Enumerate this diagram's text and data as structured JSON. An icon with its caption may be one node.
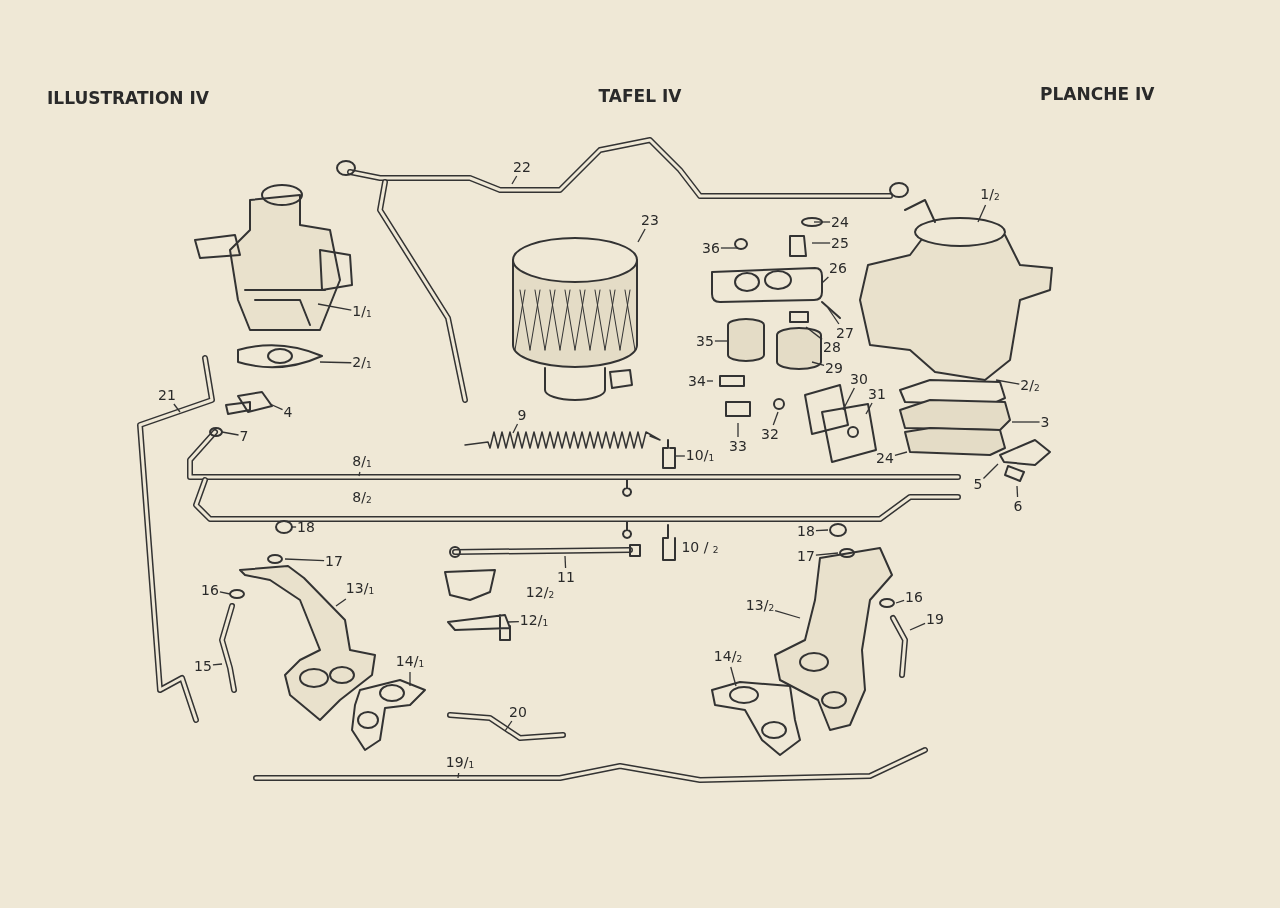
{
  "diagram": {
    "title": "TAFEL IV",
    "nodes": [
      {
        "text": [
          "1/$_{1}$"
        ]
      },
      {
        "text": [
          "2/$_{1}$"
        ]
      },
      {
        "text": [
          "21"
        ]
      },
      {
        "text": [
          "4"
        ]
      },
      {
        "text": [
          "7"
        ]
      },
      {
        "text": [
          "22"
        ]
      },
      {
        "text": [
          "23"
        ]
      },
      {
        "text": [
          "9"
        ]
      },
      {
        "text": [
          "8/$_{1}$"
        ]
      },
      {
        "text": [
          "10/$_{1}$"
        ]
      },
      {
        "text": [
          "24"
        ]
      },
      {
        "text": [
          "25"
        ]
      },
      {
        "text": [
          "36"
        ]
      },
      {
        "text": [
          "26"
        ]
      },
      {
        "text": [
          "27"
        ]
      },
      {
        "text": [
          "28"
        ]
      },
      {
        "text": [
          "35"
        ]
      },
      {
        "text": [
          "29"
        ]
      },
      {
        "text": [
          "34"
        ]
      },
      {
        "text": [
          "30"
        ]
      },
      {
        "text": [
          "31"
        ]
      },
      {
        "text": [
          "33"
        ]
      },
      {
        "text": [
          "32"
        ]
      },
      {
        "text": [
          "1/$_{2}$"
        ]
      },
      {
        "text": [
          "2/$_{2}$"
        ]
      },
      {
        "text": [
          "3"
        ]
      },
      {
        "text": [
          "24"
        ]
      },
      {
        "text": [
          "5"
        ]
      },
      {
        "text": [
          "6"
        ]
      },
      {
        "text": [
          "18"
        ]
      },
      {
        "text": [
          "17"
        ]
      },
      {
        "text": [
          "16"
        ]
      },
      {
        "text": [
          "13/$_{1}$"
        ]
      },
      {
        "text": [
          "15"
        ]
      },
      {
        "text": [
          "14/$_{1}$"
        ]
      },
      {
        "text": [
          "11"
        ]
      },
      {
        "text": [
          "12/$_{1}$"
        ]
      },
      {
        "text": [
          "20"
        ]
      },
      {
        "text": [
          "19/$_{1}$"
        ]
      },
      {
        "text": [
          "18"
        ]
      },
      {
        "text": [
          "17"
        ]
      },
      {
        "text": [
          "16"
        ]
      },
      {
        "text": [
          "13/$_{2}$"
        ]
      },
      {
        "text": [
          "19"
        ]
      },
      {
        "text": [
          "14/$_{2}$"
        ]
      }
    ],
    "edges": [
      {
        "from": 0,
        "to": null,
        "arrow": "none"
      },
      {
        "from": 1,
        "to": null,
        "arrow": "none"
      },
      {
        "from": 2,
        "to": null,
        "arrow": "none"
      },
      {
        "from": 3,
        "to": null,
        "arrow": "none"
      },
      {
        "from": 4,
        "to": null,
        "arrow": "none"
      },
      {
        "from": 5,
        "to": null,
        "arrow": "none"
      },
      {
        "from": 6,
        "to": null,
        "arrow": "none"
      },
      {
        "from": 7,
        "to": null,
        "arrow": "none"
      },
      {
        "from": 8,
        "to": null,
        "arrow": "none"
      },
      {
        "from": 9,
        "to": null,
        "arrow": "none"
      },
      {
        "from": 10,
        "to": null,
        "arrow": "none"
      },
      {
        "from": 11,
        "to": null,
        "arrow": "none"
      },
      {
        "from": 12,
        "to": null,
        "arrow": "none"
      },
      {
        "from": 13,
        "to": null,
        "arrow": "none"
      },
      {
        "from": 14,
        "to": null,
        "arrow": "none"
      },
      {
        "from": 15,
        "to": null,
        "arrow": "none"
      },
      {
        "from": 16,
        "to": null,
        "arrow": "none"
      },
      {
        "from": 17,
        "to": null,
        "arrow": "none"
      },
      {
        "from": 18,
        "to": null,
        "arrow": "none"
      },
      {
        "from": 19,
        "to": null,
        "arrow": "none"
      },
      {
        "from": 20,
        "to": null,
        "arrow": "none"
      },
      {
        "from": 21,
        "to": null,
        "arrow": "none"
      },
      {
        "from": 22,
        "to": null,
        "arrow": "none"
      },
      {
        "from": 23,
        "to": null,
        "arrow": "none"
      },
      {
        "from": 24,
        "to": null,
        "arrow": "none"
      },
      {
        "from": 25,
        "to": null,
        "arrow": "none"
      },
      {
        "from": 26,
        "to": null,
        "arrow": "none"
      },
      {
        "from": 27,
        "to": null,
        "arrow": "none"
      },
      {
        "from": 28,
        "to": null,
        "arrow": "none"
      },
      {
        "from": 29,
        "to": null,
        "arrow": "none"
      },
      {
        "from": 30,
        "to": null,
        "arrow": "none"
      },
      {
        "from": 31,
        "to": null,
        "arrow": "none"
      },
      {
        "from": 32,
        "to": null,
        "arrow": "none"
      },
      {
        "from": 33,
        "to": null,
        "arrow": "none"
      },
      {
        "from": 34,
        "to": null,
        "arrow": "none"
      },
      {
        "from": 35,
        "to": null,
        "arrow": "none"
      },
      {
        "from": 36,
        "to": null,
        "arrow": "none"
      },
      {
        "from": 37,
        "to": null,
        "arrow": "none"
      },
      {
        "from": 38,
        "to": null,
        "arrow": "none"
      },
      {
        "from": 39,
        "to": null,
        "arrow": "none"
      },
      {
        "from": 40,
        "to": null,
        "arrow": "none"
      },
      {
        "from": 41,
        "to": null,
        "arrow": "none"
      },
      {
        "from": 42,
        "to": null,
        "arrow": "none"
      },
      {
        "from": 43,
        "to": null,
        "arrow": "none"
      },
      {
        "from": 44,
        "to": null,
        "arrow": "none"
      }
    ],
    "labels": [
      "ILLUSTRATION IV",
      "PLANCHE IV",
      "8/$_{2}$",
      "10 / $_{2}$",
      "12/$_{2}$"
    ]
  }
}
